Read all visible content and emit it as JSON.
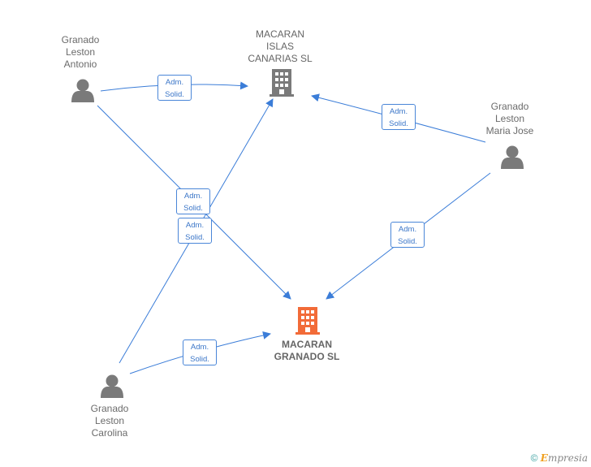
{
  "nodes": {
    "antonio": {
      "label": [
        "Granado",
        "Leston",
        "Antonio"
      ]
    },
    "maria": {
      "label": [
        "Granado",
        "Leston",
        "Maria Jose"
      ]
    },
    "carolina": {
      "label": [
        "Granado",
        "Leston",
        "Carolina"
      ]
    },
    "macaran_islas": {
      "label": [
        "MACARAN",
        "ISLAS",
        "CANARIAS  SL"
      ]
    },
    "macaran_granado": {
      "label": [
        "MACARAN",
        "GRANADO  SL"
      ]
    }
  },
  "edges": [
    {
      "from": "antonio",
      "to": "macaran_islas",
      "role": [
        "Adm.",
        "Solid."
      ]
    },
    {
      "from": "maria",
      "to": "macaran_islas",
      "role": [
        "Adm.",
        "Solid."
      ]
    },
    {
      "from": "antonio",
      "to": "macaran_granado",
      "role": [
        "Adm.",
        "Solid."
      ]
    },
    {
      "from": "carolina",
      "to": "macaran_islas",
      "role": [
        "Adm.",
        "Solid."
      ]
    },
    {
      "from": "maria",
      "to": "macaran_granado",
      "role": [
        "Adm.",
        "Solid."
      ]
    },
    {
      "from": "carolina",
      "to": "macaran_granado",
      "role": [
        "Adm.",
        "Solid."
      ]
    }
  ],
  "colors": {
    "edge": "#3b7dd8",
    "person": "#7a7a7a",
    "company_main": "#f26b38",
    "company_other": "#7a7a7a"
  },
  "footer": {
    "copyright": "©",
    "brand_initial": "E",
    "brand_rest": "mpresia"
  }
}
